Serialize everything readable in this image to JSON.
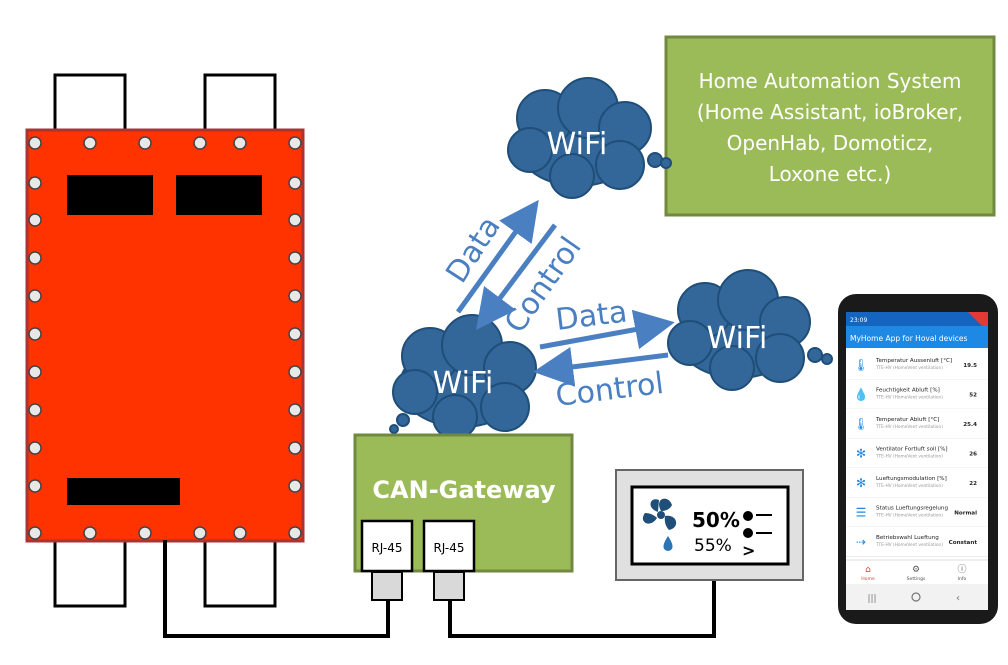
{
  "home_automation": {
    "lines": [
      "Home Automation System",
      "(Home Assistant, ioBroker,",
      "OpenHab, Domoticz,",
      "Loxone etc.)"
    ]
  },
  "clouds": {
    "top": "WiFi",
    "middle": "WiFi",
    "right": "WiFi"
  },
  "links": {
    "data_upper": "Data",
    "control_upper": "Control",
    "data_lower": "Data",
    "control_lower": "Control"
  },
  "gateway": {
    "title": "CAN-Gateway",
    "port_left": "RJ-45",
    "port_right": "RJ-45"
  },
  "panel": {
    "fan_value": "50%",
    "humidity_value": "55%",
    "nav_glyph": ">"
  },
  "phone": {
    "status_time": "23:09",
    "app_title": "MyHome App for Hoval devices",
    "rows": [
      {
        "label": "Temperatur Aussenluft [°C]",
        "sub": "TTE-HV (HomeVent ventilation)",
        "value": "19.5",
        "icon": "thermometer-icon"
      },
      {
        "label": "Feuchtigkeit Abluft [%]",
        "sub": "TTE-HV (HomeVent ventilation)",
        "value": "52",
        "icon": "water-drops-icon"
      },
      {
        "label": "Temperatur Abluft [°C]",
        "sub": "TTE-HV (HomeVent ventilation)",
        "value": "25.4",
        "icon": "thermometer-icon"
      },
      {
        "label": "Ventilator Fortluft soll [%]",
        "sub": "TTE-HV (HomeVent ventilation)",
        "value": "26",
        "icon": "fan-icon"
      },
      {
        "label": "Lueftungsmodulation [%]",
        "sub": "TTE-HV (HomeVent ventilation)",
        "value": "22",
        "icon": "fan-icon"
      },
      {
        "label": "Status Lueftungsregelung",
        "sub": "TTE-HV (HomeVent ventilation)",
        "value": "Normal",
        "icon": "list-icon"
      },
      {
        "label": "Betriebswahl Lueftung",
        "sub": "TTE-HV (HomeVent ventilation)",
        "value": "Constant",
        "icon": "arrow-in-icon"
      }
    ],
    "nav": [
      {
        "label": "Home",
        "icon": "home-icon"
      },
      {
        "label": "Settings",
        "icon": "gear-icon"
      },
      {
        "label": "Info",
        "icon": "info-icon"
      }
    ]
  }
}
